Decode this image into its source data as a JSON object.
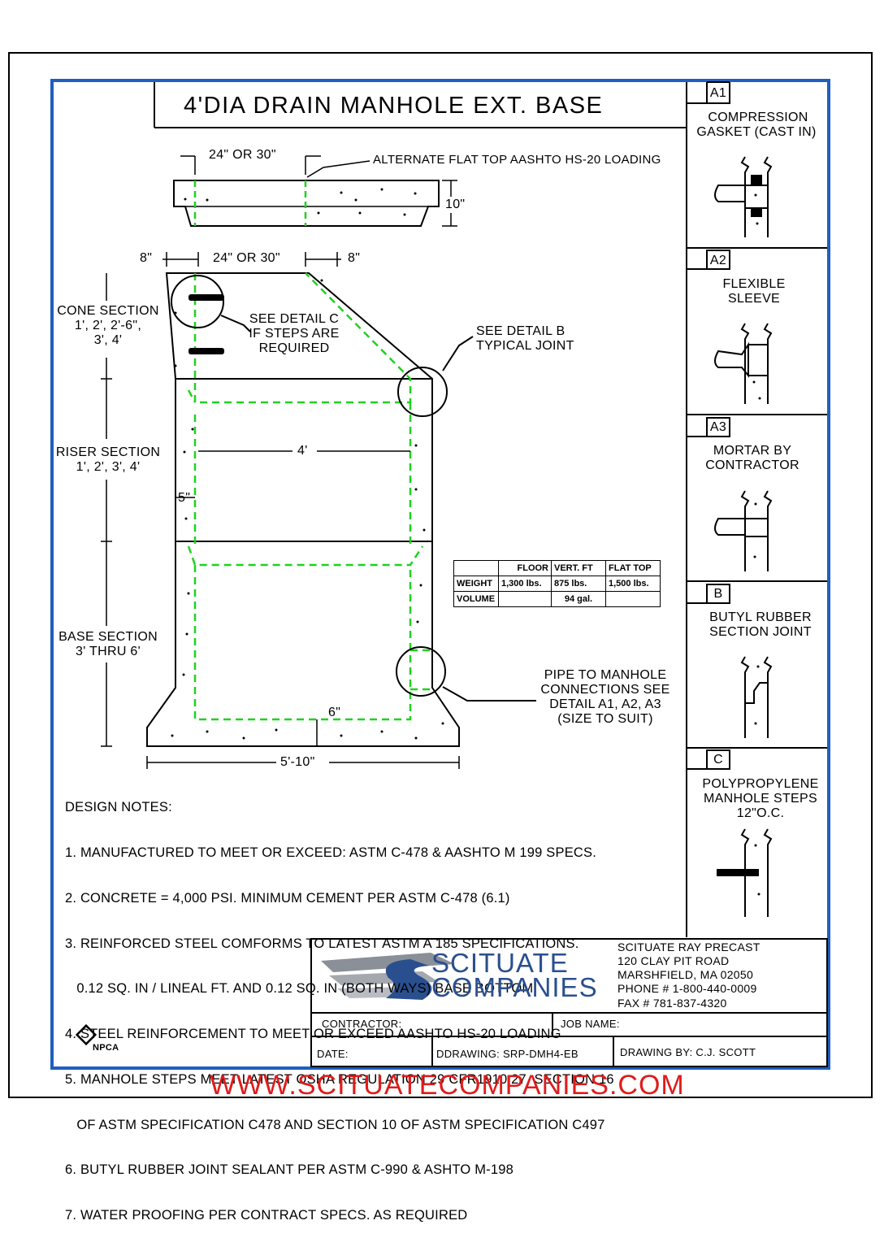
{
  "title": "4'DIA DRAIN MANHOLE EXT. BASE",
  "top_slab": {
    "opening": "24\" OR 30\"",
    "callout": "ALTERNATE FLAT TOP AASHTO HS-20 LOADING",
    "thickness": "10\""
  },
  "cone_dims": {
    "left": "8\"",
    "middle": "24\" OR 30\"",
    "right": "8\""
  },
  "sections": {
    "cone": [
      "CONE SECTION",
      "1', 2', 2'-6\",",
      "3', 4'"
    ],
    "riser": [
      "RISER SECTION",
      "1', 2', 3', 4'"
    ],
    "base": [
      "BASE SECTION",
      "3' THRU 6'"
    ]
  },
  "callouts": {
    "detail_c": [
      "SEE DETAIL C",
      "IF STEPS ARE",
      "REQUIRED"
    ],
    "detail_b": [
      "SEE DETAIL B",
      "TYPICAL JOINT"
    ],
    "pipe": [
      "PIPE TO MANHOLE",
      "CONNECTIONS SEE",
      "DETAIL A1, A2, A3",
      "(SIZE TO SUIT)"
    ]
  },
  "dims": {
    "inside_dia": "4'",
    "wall": "5\"",
    "floor": "6\"",
    "base_width": "5'-10\""
  },
  "weights_table": {
    "headers": [
      "",
      "FLOOR",
      "VERT. FT",
      "FLAT TOP"
    ],
    "rows": [
      [
        "WEIGHT",
        "1,300 lbs.",
        "875 lbs.",
        "1,500 lbs."
      ],
      [
        "VOLUME",
        "",
        "94 gal.",
        ""
      ]
    ]
  },
  "details": [
    {
      "tag": "A1",
      "caption": [
        "COMPRESSION",
        "GASKET (CAST IN)"
      ]
    },
    {
      "tag": "A2",
      "caption": [
        "FLEXIBLE",
        "SLEEVE"
      ]
    },
    {
      "tag": "A3",
      "caption": [
        "MORTAR BY",
        "CONTRACTOR"
      ]
    },
    {
      "tag": "B",
      "caption": [
        "BUTYL RUBBER",
        "SECTION JOINT"
      ]
    },
    {
      "tag": "C",
      "caption": [
        "POLYPROPYLENE",
        "MANHOLE STEPS",
        "12\"O.C."
      ]
    }
  ],
  "design_notes": {
    "heading": "DESIGN NOTES:",
    "items": [
      "1. MANUFACTURED TO MEET OR EXCEED: ASTM C-478 & AASHTO M 199 SPECS.",
      "2. CONCRETE = 4,000 PSI. MINIMUM CEMENT PER ASTM C-478 (6.1)",
      "3. REINFORCED STEEL COMFORMS TO LATEST ASTM A 185 SPECIFICATIONS.",
      "   0.12 SQ. IN / LINEAL FT. AND 0.12 SQ. IN (BOTH WAYS) BASE BOTTOM",
      "4. STEEL REINFORCEMENT TO MEET OR EXCEED AASHTO HS-20 LOADING",
      "5. MANHOLE STEPS MEET LATEST OSHA REGULATION 29 CFR1910.27, SECTION 16",
      "   OF ASTM SPECIFICATION C478 AND SECTION 10 OF ASTM SPECIFICATION C497",
      "6. BUTYL RUBBER JOINT SEALANT PER ASTM C-990 & ASHTO M-198",
      "7. WATER PROOFING PER CONTRACT SPECS. AS REQUIRED"
    ]
  },
  "company": {
    "logo_line1": "SCITUATE",
    "logo_line2": "COMPANIES",
    "name": "SCITUATE RAY PRECAST",
    "street": "120 CLAY PIT ROAD",
    "city": "MARSHFIELD, MA  02050",
    "phone": "PHONE # 1-800-440-0009",
    "fax": "FAX # 781-837-4320",
    "logo_color": "#2a4f8f"
  },
  "title_block": {
    "contractor": "CONTRACTOR:",
    "job_name": "JOB NAME:",
    "date": "DATE:",
    "drawing": "DDRAWING: SRP-DMH4-EB",
    "drawn_by": "DRAWING BY: C.J. SCOTT"
  },
  "npca_logo": "NPCA",
  "website": "WWW.SCITUATECOMPANIES.COM",
  "colors": {
    "frame": "#1f5fbf",
    "rebar": "#1fd21f",
    "website": "#e01b1b"
  }
}
